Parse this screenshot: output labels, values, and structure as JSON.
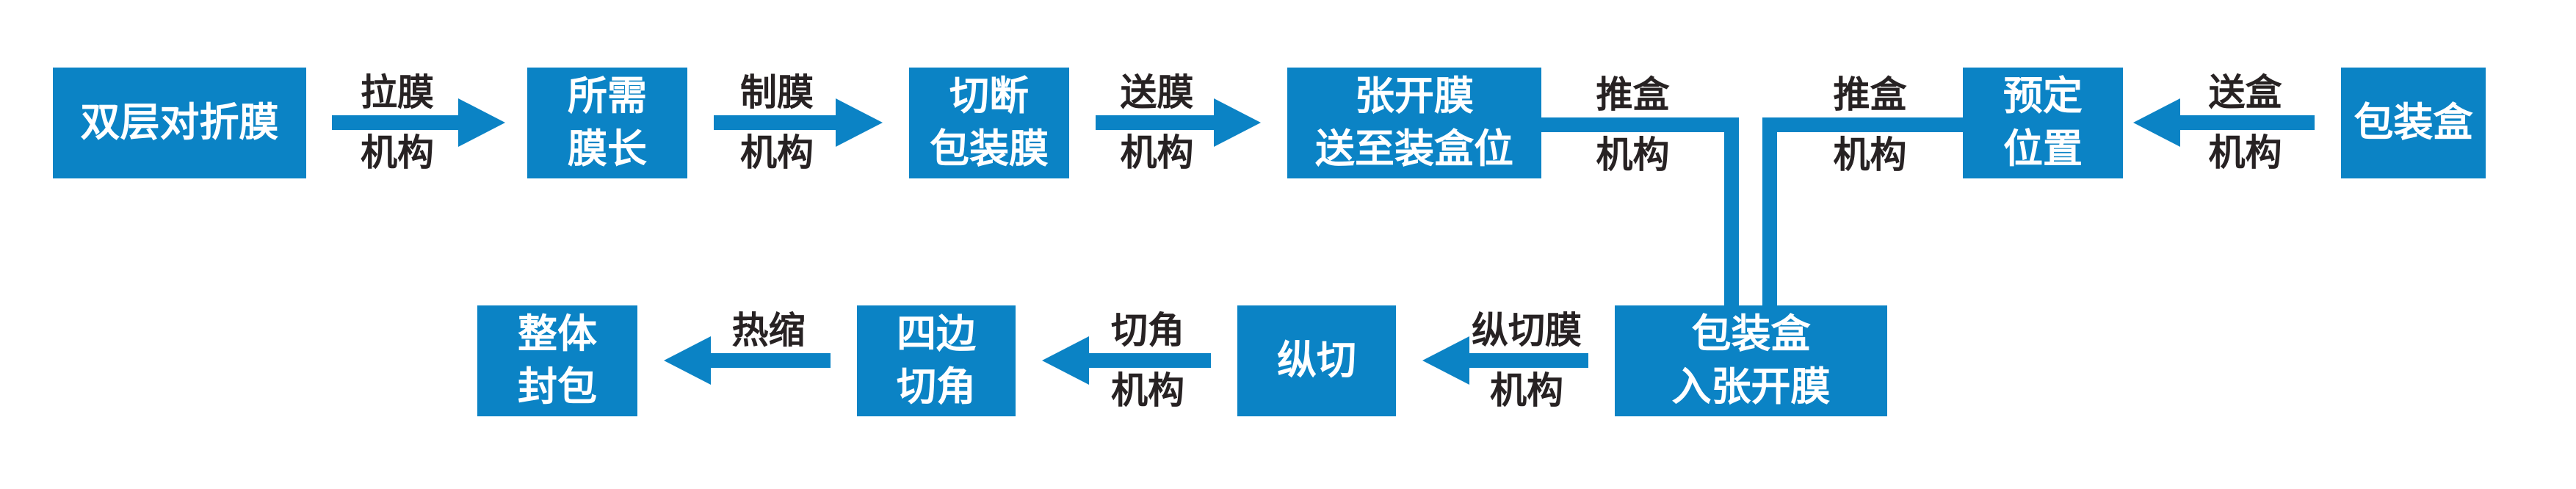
{
  "flowchart": {
    "background_color": "#ffffff",
    "accent_blue": "#0b83c5",
    "label_color": "#272223",
    "node_text_color": "#ffffff",
    "nodes": {
      "double_folded_film": "双层对折膜",
      "required_film_length": "所需\n膜长",
      "cut_packaging_film": "切断\n包装膜",
      "open_film_to_boxing": "张开膜\n送至装盒位",
      "preset_position": "预定\n位置",
      "packaging_box": "包装盒",
      "box_into_opened_film": "包装盒\n入张开膜",
      "longitudinal_cut": "纵切",
      "four_side_corner_cut": "四边\n切角",
      "overall_sealing": "整体\n封包"
    },
    "arrows": {
      "pull_film": {
        "top": "拉膜",
        "bottom": "机构",
        "direction": "right"
      },
      "make_film": {
        "top": "制膜",
        "bottom": "机构",
        "direction": "right"
      },
      "feed_film": {
        "top": "送膜",
        "bottom": "机构",
        "direction": "right"
      },
      "feed_box": {
        "top": "送盒",
        "bottom": "机构",
        "direction": "left"
      },
      "slit_film": {
        "top": "纵切膜",
        "bottom": "机构",
        "direction": "left"
      },
      "corner_cut": {
        "top": "切角",
        "bottom": "机构",
        "direction": "left"
      },
      "heat_shrink": {
        "top": "热缩",
        "bottom": "",
        "direction": "left"
      }
    },
    "connectors": {
      "push_box_left": {
        "top": "推盒",
        "bottom": "机构"
      },
      "push_box_right": {
        "top": "推盒",
        "bottom": "机构"
      }
    }
  }
}
